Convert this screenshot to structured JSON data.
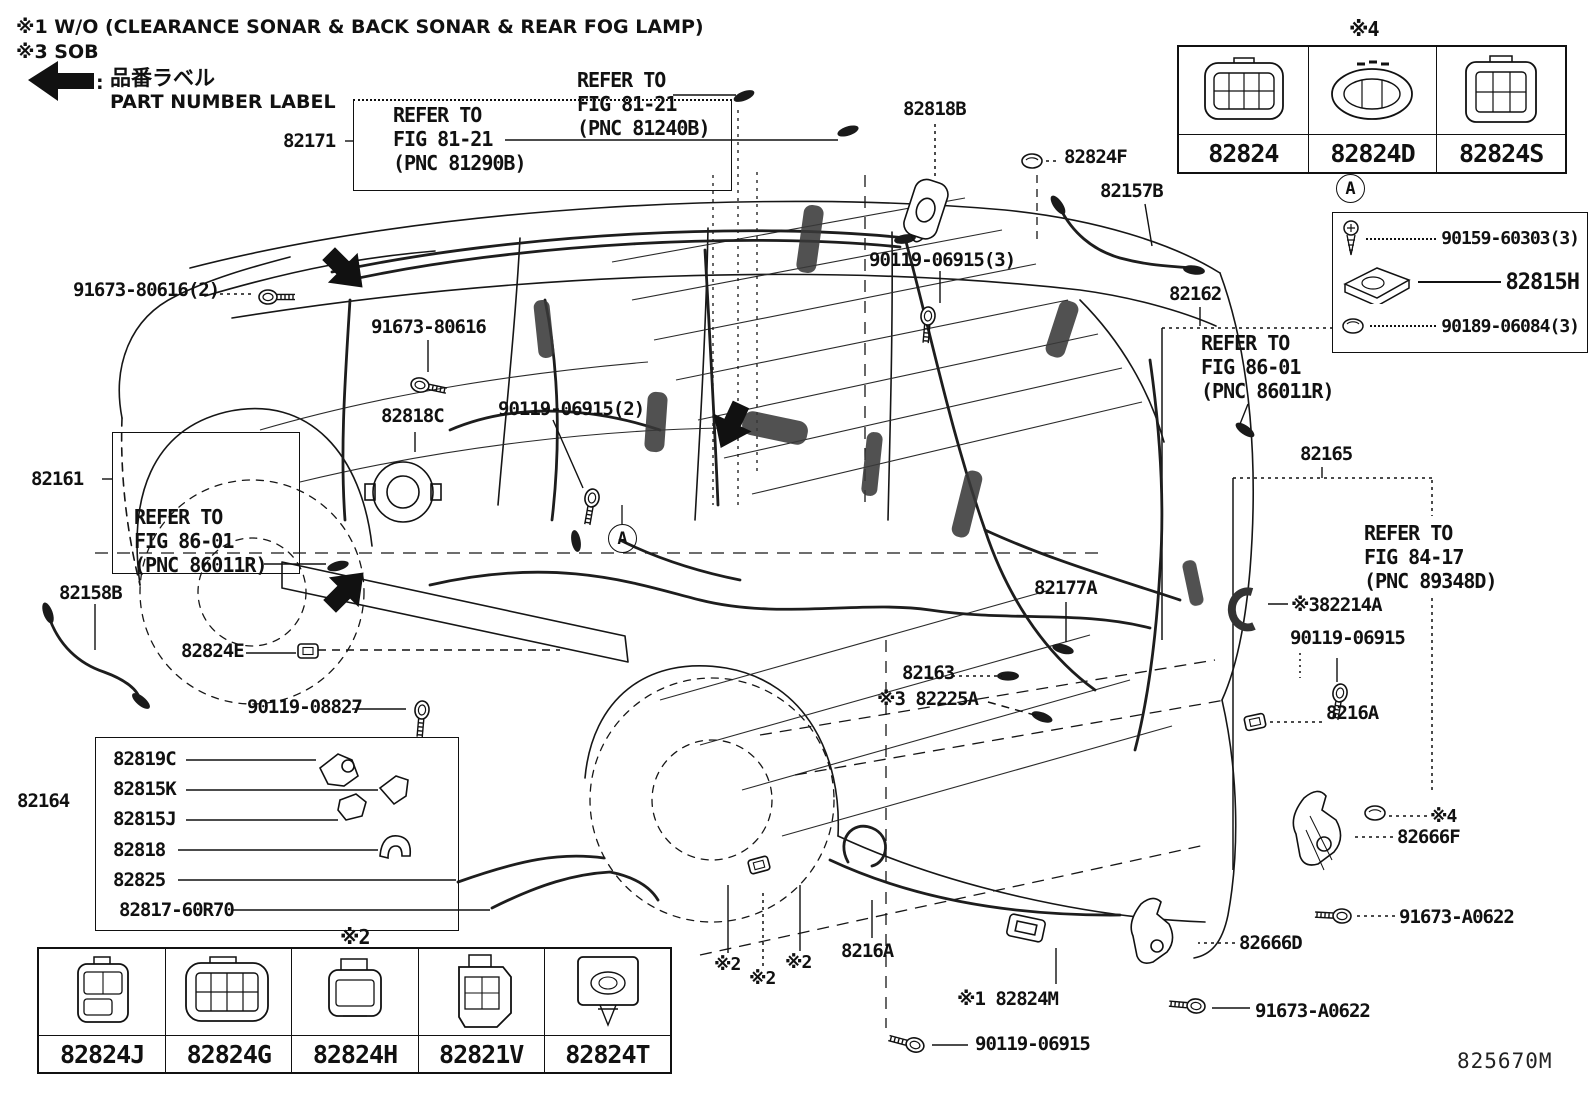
{
  "header": {
    "note1": "※1 W/O (CLEARANCE SONAR & BACK SONAR & REAR FOG LAMP)",
    "note2": "※3 SOB"
  },
  "legend": {
    "jp": "品番ラベル",
    "en": "PART NUMBER LABEL",
    "sep": ":"
  },
  "diagram_code": "825670M",
  "refer": {
    "a": [
      "REFER TO",
      "FIG 81-21",
      "(PNC 81240B)"
    ],
    "b": [
      "REFER TO",
      "FIG 81-21",
      "(PNC 81290B)"
    ],
    "c": [
      "REFER TO",
      "FIG 86-01",
      "(PNC 86011R)"
    ],
    "d": [
      "REFER TO",
      "FIG 86-01",
      "(PNC 86011R)"
    ],
    "e": [
      "REFER TO",
      "FIG 84-17",
      "(PNC 89348D)"
    ]
  },
  "markers": {
    "mid": "A"
  },
  "detail": {
    "marker": "A",
    "rows": [
      {
        "part": "90159-60303(3)"
      },
      {
        "part": "82815H"
      },
      {
        "part": "90189-06084(3)"
      }
    ]
  },
  "top_table": {
    "note": "※4",
    "cells": [
      {
        "part": "82824"
      },
      {
        "part": "82824D"
      },
      {
        "part": "82824S"
      }
    ]
  },
  "bottom_table": {
    "note": "※2",
    "cells": [
      {
        "part": "82824J"
      },
      {
        "part": "82824G"
      },
      {
        "part": "82824H"
      },
      {
        "part": "82821V"
      },
      {
        "part": "82824T"
      }
    ]
  },
  "parts": {
    "p82171": "82171",
    "p82818B": "82818B",
    "p82824F": "82824F",
    "p82157B": "82157B",
    "p90119_06915_3": "90119-06915(3)",
    "p82162": "82162",
    "p91673_80616_2": "91673-80616(2)",
    "p91673_80616": "91673-80616",
    "p82818C": "82818C",
    "p90119_06915_2": "90119-06915(2)",
    "p82161": "82161",
    "p82158B": "82158B",
    "p82824E": "82824E",
    "p90119_08827": "90119-08827",
    "p82164": "82164",
    "p82819C": "82819C",
    "p82815K": "82815K",
    "p82815J": "82815J",
    "p82818": "82818",
    "p82825": "82825",
    "p82817_60R70": "82817-60R70",
    "p82177A": "82177A",
    "p82163": "82163",
    "p82225A": "※3 82225A",
    "p82165": "82165",
    "p82214A": "※382214A",
    "p90119_06915_r": "90119-06915",
    "p8216A_r": "8216A",
    "p8216A_b": "8216A",
    "p82824M": "※1 82824M",
    "p90119_06915_b": "90119-06915",
    "p82666F": "82666F",
    "p91673_A0622_1": "91673-A0622",
    "p82666D": "82666D",
    "p91673_A0622_2": "91673-A0622",
    "n2a": "※2",
    "n2b": "※2",
    "n2c": "※2",
    "n4r": "※4"
  }
}
